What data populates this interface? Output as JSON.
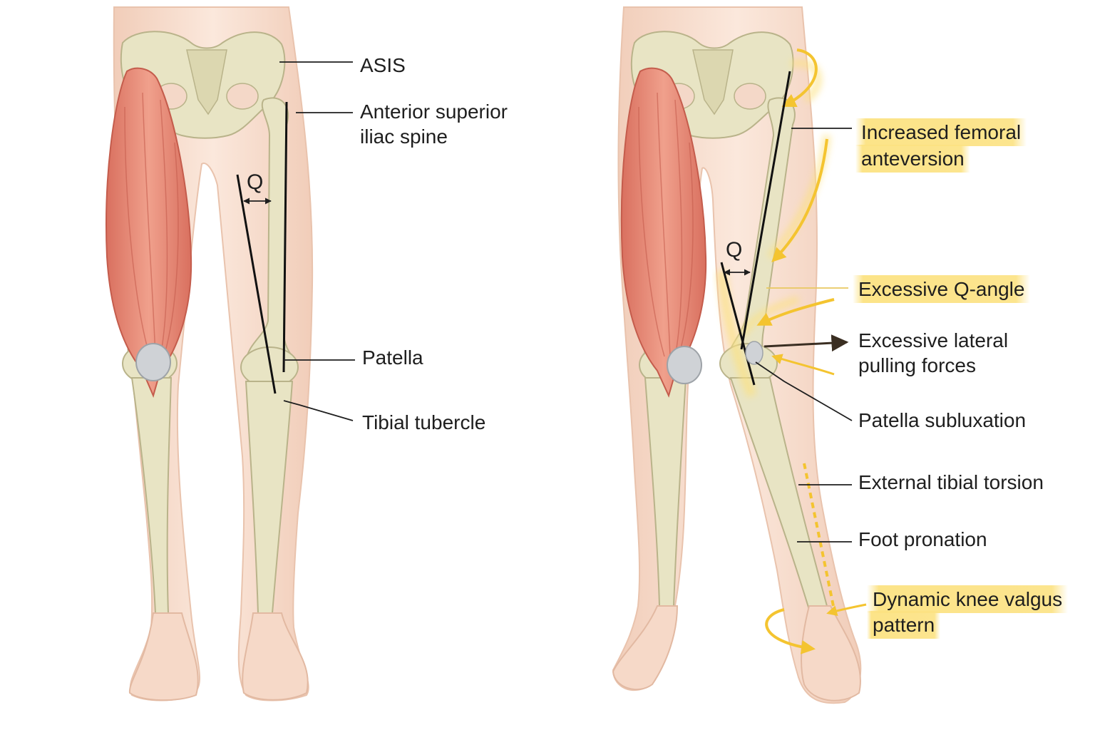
{
  "q_symbol": "Q",
  "left_labels": {
    "asis": "ASIS",
    "anterior_1": "Anterior superior",
    "anterior_2": "iliac spine",
    "patella": "Patella",
    "tibial": "Tibial tubercle"
  },
  "right_labels": {
    "femoral_1": "Increased femoral",
    "femoral_2": "anteversion",
    "qangle": "Excessive Q-angle",
    "lateral_1": "Excessive lateral",
    "lateral_2": "pulling forces",
    "subluxation": "Patella subluxation",
    "torsion": "External tibial torsion",
    "pronation": "Foot pronation",
    "valgus_1": "Dynamic knee valgus",
    "valgus_2": "pattern"
  },
  "colors": {
    "skin": "#f8e1d3",
    "skin_edge": "#e9c3ad",
    "bone": "#e8e4c4",
    "bone_edge": "#b9b38a",
    "muscle": "#e88b78",
    "highlight": "#fce282"
  }
}
